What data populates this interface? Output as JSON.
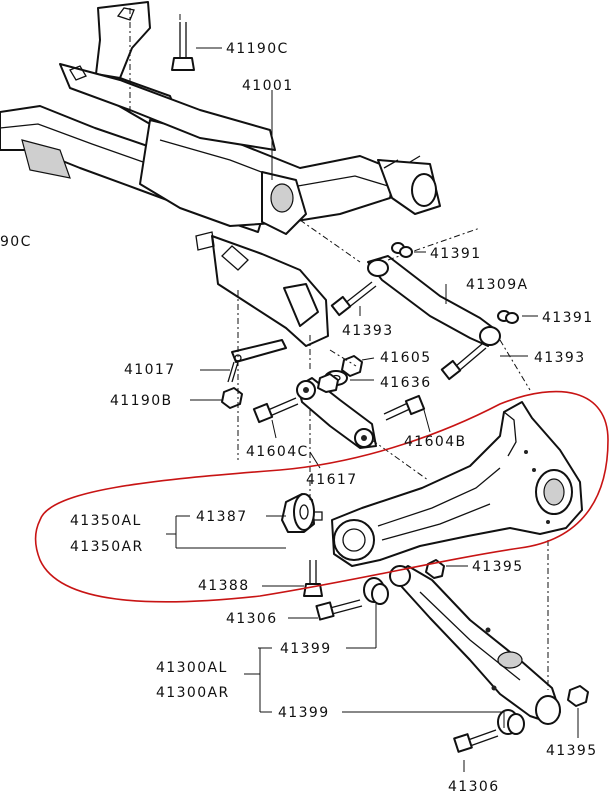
{
  "labels": {
    "p41190c_top": "41190C",
    "p41190c_left": "90C",
    "p41001": "41001",
    "p41391_a": "41391",
    "p41309a": "41309A",
    "p41391_b": "41391",
    "p41393_a": "41393",
    "p41393_b": "41393",
    "p41605": "41605",
    "p41636": "41636",
    "p41017": "41017",
    "p41190b": "41190B",
    "p41604c": "41604C",
    "p41604b": "41604B",
    "p41617": "41617",
    "p41350al": "41350AL",
    "p41350ar": "41350AR",
    "p41387": "41387",
    "p41395_a": "41395",
    "p41388": "41388",
    "p41306_a": "41306",
    "p41399_a": "41399",
    "p41300al": "41300AL",
    "p41300ar": "41300AR",
    "p41399_b": "41399",
    "p41395_b": "41395",
    "p41306_b": "41306"
  },
  "colors": {
    "line": "#111111",
    "highlight_circle": "#c81414",
    "background": "#ffffff"
  }
}
